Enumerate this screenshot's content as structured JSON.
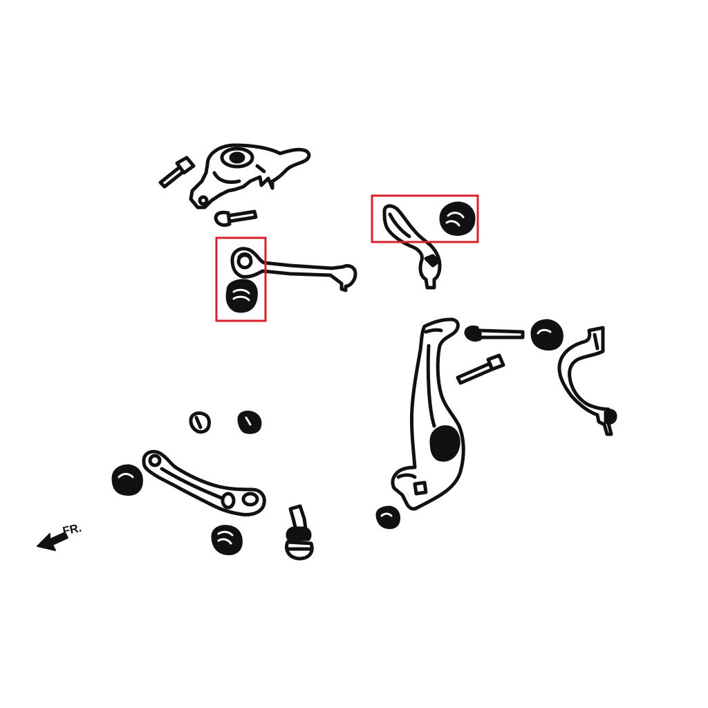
{
  "diagram": {
    "direction_label": "FR.",
    "colors": {
      "line": "#111111",
      "fill": "#ffffff",
      "highlight": "#d9202a"
    },
    "parts": [
      "subframe-mount",
      "mount-bolt",
      "lower-bolt",
      "upper-front-arm",
      "upper-front-arm-bushing",
      "upper-rear-arm",
      "upper-rear-arm-bushing",
      "tie-rod",
      "tie-rod-bushing",
      "knuckle",
      "knuckle-bolt",
      "strut-fork",
      "lower-arm",
      "lower-arm-bushing",
      "ball-joint",
      "small-bushing"
    ],
    "highlighted": [
      "upper-front-arm",
      "upper-rear-arm"
    ]
  }
}
